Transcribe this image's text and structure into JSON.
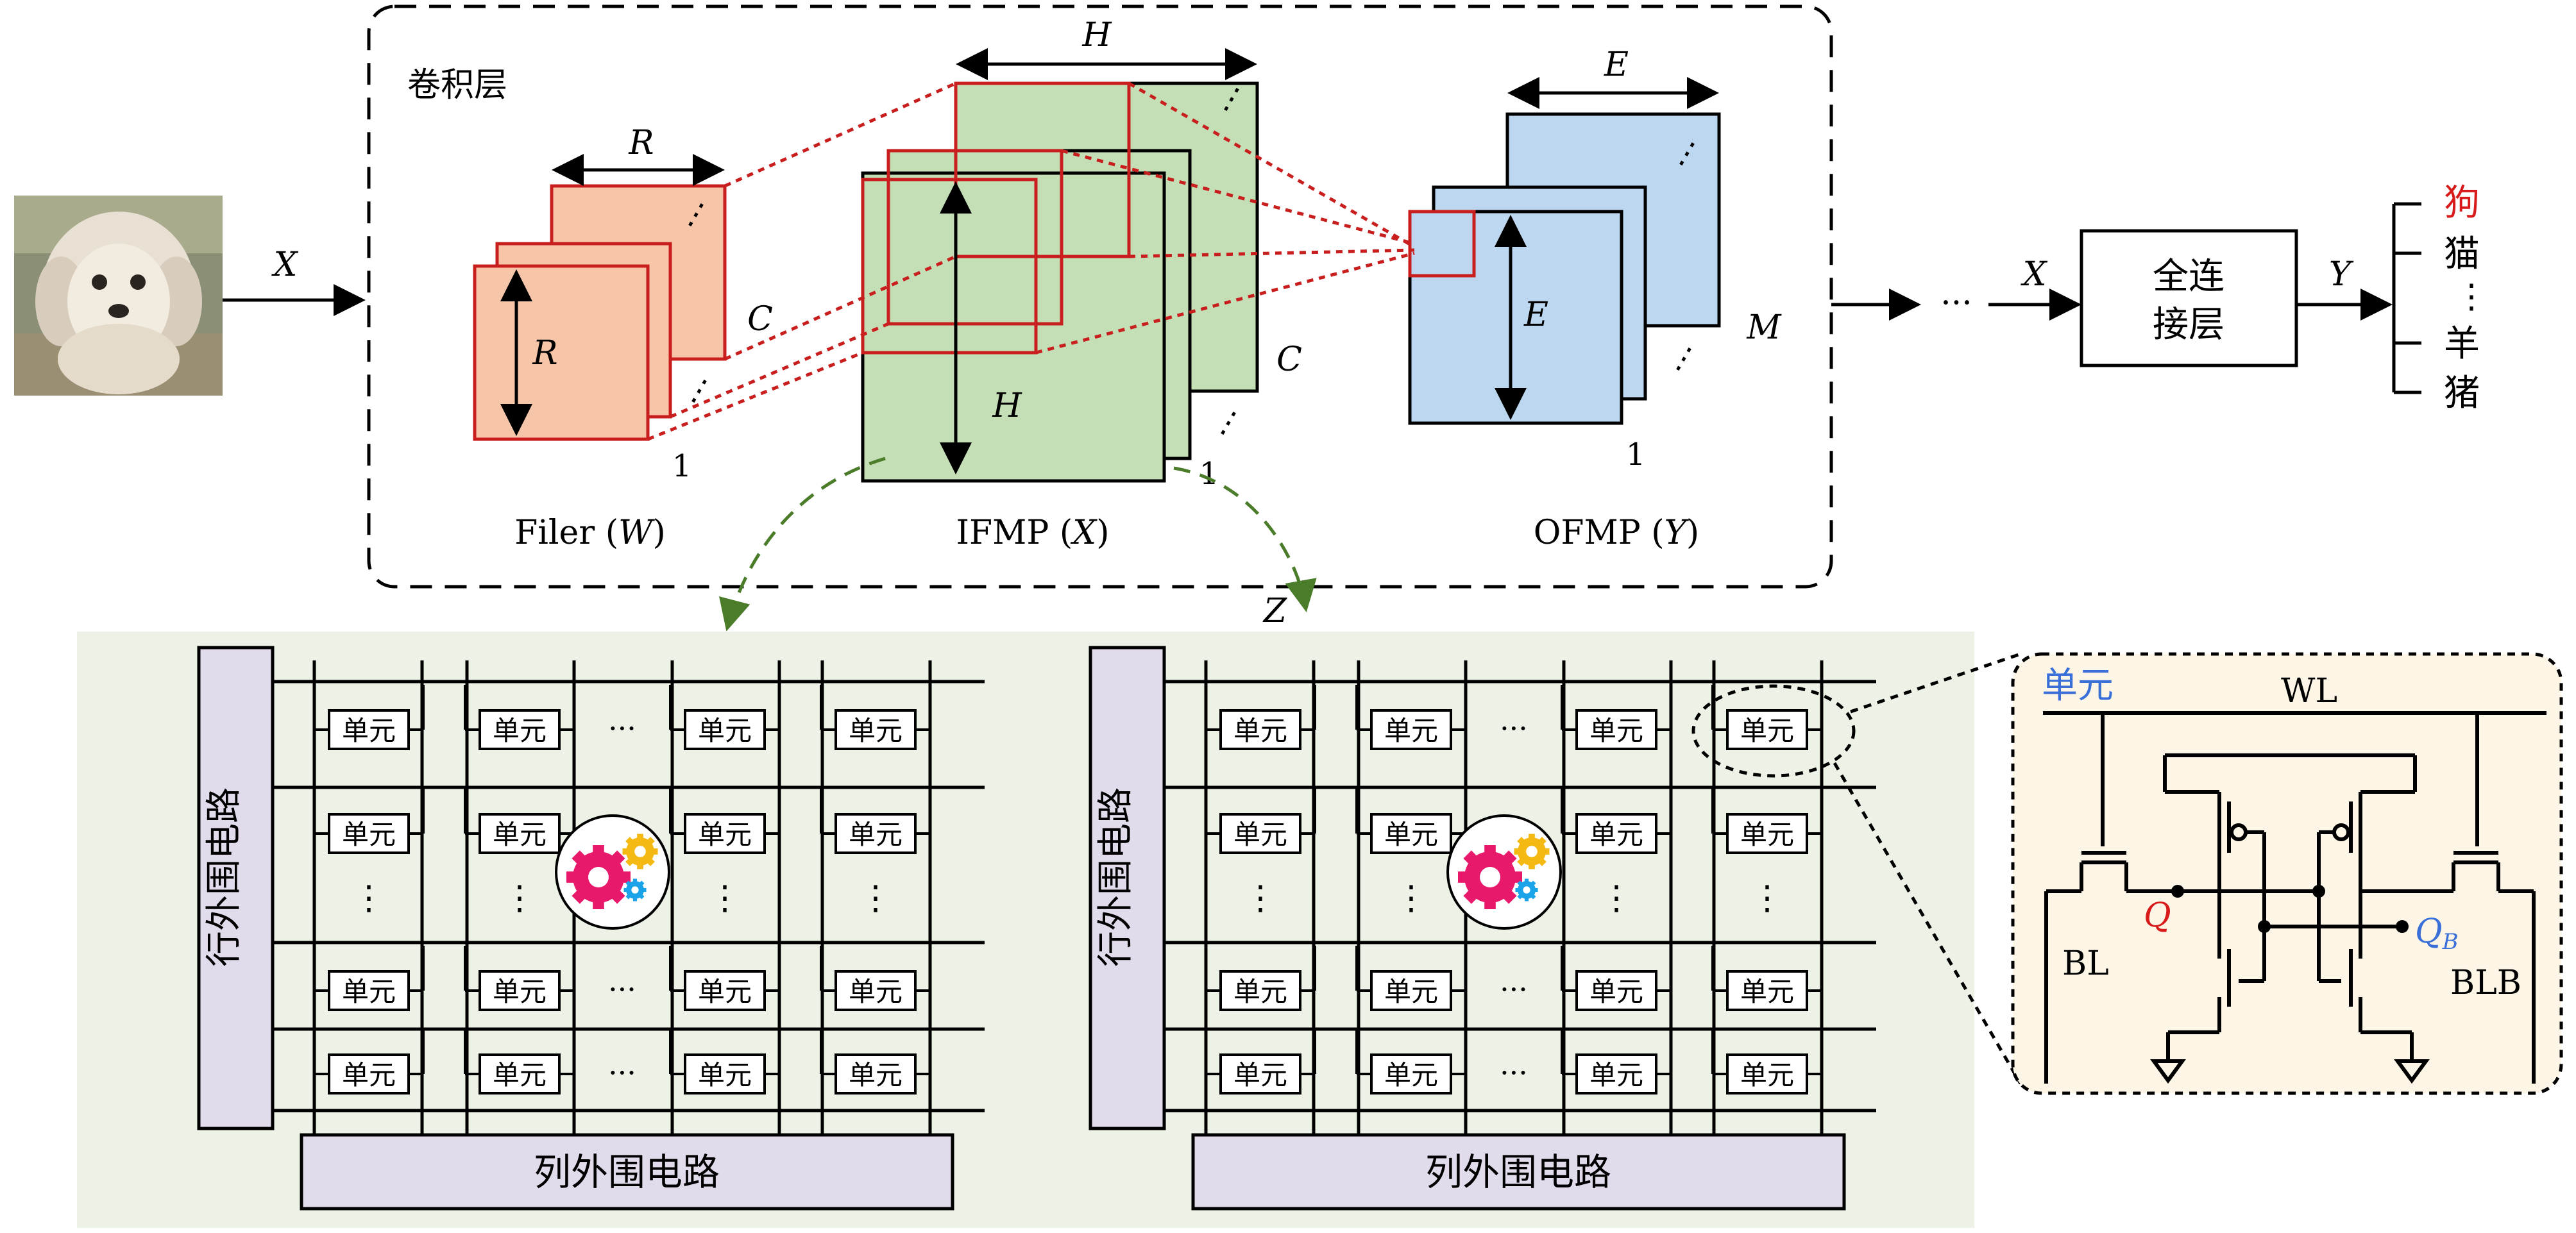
{
  "conv": {
    "layer_label": "卷积层",
    "filter_caption_name": "Filer",
    "filter_caption_var": "W",
    "ifmp_caption_name": "IFMP",
    "ifmp_caption_var": "X",
    "ofmp_caption_name": "OFMP",
    "ofmp_caption_var": "Y",
    "dim_R": "R",
    "dim_C": "C",
    "dim_H": "H",
    "dim_E": "E",
    "dim_M": "M",
    "one": "1",
    "dots": "⋮"
  },
  "flow": {
    "input_X": "X",
    "mid_X": "X",
    "output_Y": "Y",
    "ellipsis": "···",
    "fc_line1": "全连",
    "fc_line2": "接层",
    "arrow_Z": "Z"
  },
  "classes": {
    "c1": "狗",
    "c2": "猫",
    "c3": "⋮",
    "c4": "羊",
    "c5": "猪",
    "c1_color": "#d71a1a"
  },
  "crossbar": {
    "cell_label": "单元",
    "row_periph": "行外围电路",
    "col_periph": "列外围电路",
    "hdots": "···",
    "vdots": "⋮"
  },
  "sram": {
    "cell_title": "单元",
    "wl": "WL",
    "bl": "BL",
    "blb": "BLB",
    "q": "Q",
    "qb": "Q",
    "qb_sub": "B",
    "q_color": "#d71a1a",
    "qb_color": "#3a6fd8",
    "title_color": "#3a6fd8"
  },
  "colors": {
    "filter_fill": "#f7c6a8",
    "ifmp_fill": "#c4dfb6",
    "ofmp_fill": "#bcd7ef",
    "highlight": "#c81e1e",
    "array_bg": "#ecf3e6",
    "periph_fill": "#e2dbec",
    "sram_bg": "#fdf6e6",
    "green_arrow": "#4a7c2a"
  }
}
